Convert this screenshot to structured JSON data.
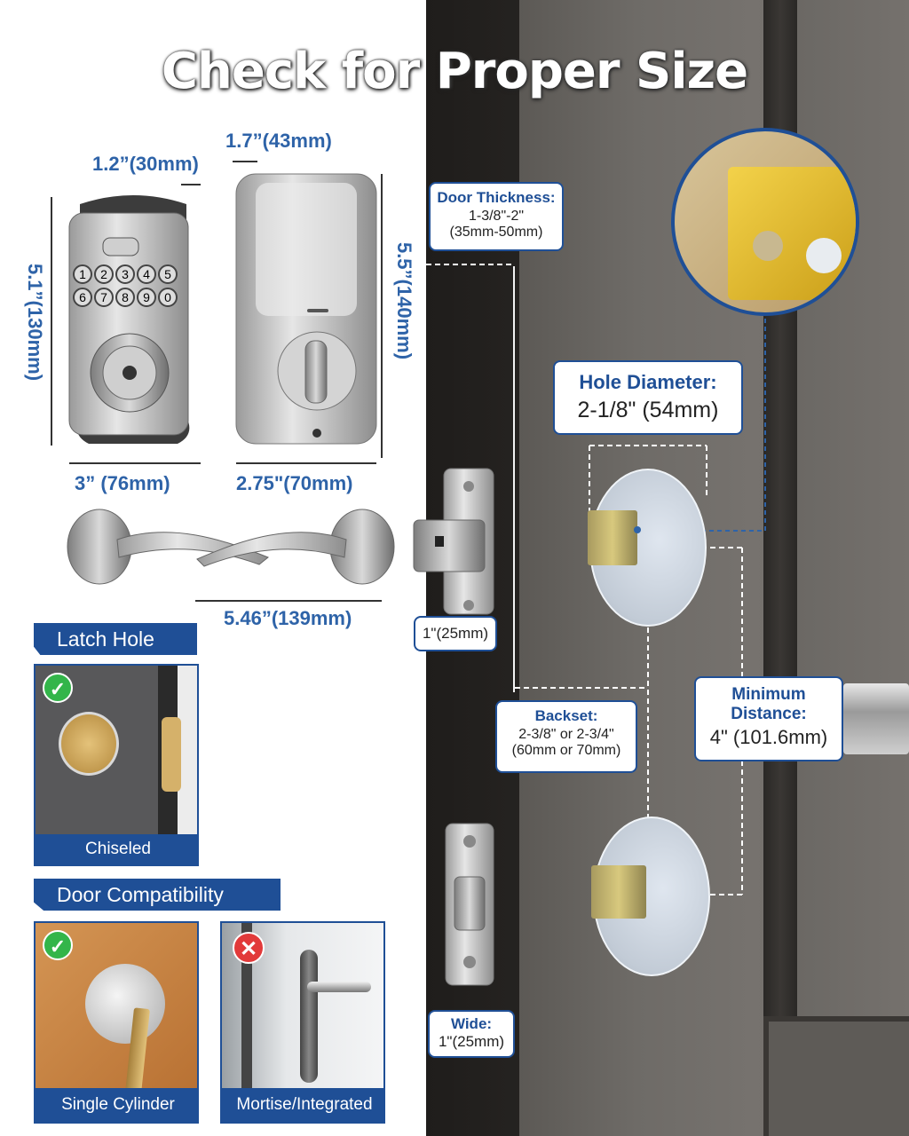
{
  "title": "Check for Proper Size",
  "dimensions": {
    "front_depth": "1.2”(30mm)",
    "back_depth": "1.7”(43mm)",
    "front_height": "5.1”(130mm)",
    "back_height": "5.5”(140mm)",
    "front_width": "3” (76mm)",
    "back_width": "2.75\"(70mm)",
    "lever_length": "5.46”(139mm)",
    "latch_plate": "1\"(25mm)"
  },
  "callouts": {
    "door_thickness": {
      "head": "Door Thickness:",
      "line1": "1-3/8\"-2\"",
      "line2": "(35mm-50mm)"
    },
    "hole_diameter": {
      "head": "Hole Diameter:",
      "value": "2-1/8\" (54mm)"
    },
    "minimum_distance": {
      "head1": "Minimum",
      "head2": "Distance:",
      "value": "4\" (101.6mm)"
    },
    "backset": {
      "head": "Backset:",
      "line1": "2-3/8\" or 2-3/4\"",
      "line2": "(60mm or 70mm)"
    },
    "wide": {
      "head": "Wide:",
      "value": "1\"(25mm)"
    }
  },
  "keypad": {
    "row1": [
      "1",
      "2",
      "3",
      "4",
      "5"
    ],
    "row2": [
      "6",
      "7",
      "8",
      "9",
      "0"
    ]
  },
  "latch_hole": {
    "header": "Latch Hole",
    "caption": "Chiseled"
  },
  "door_compatibility": {
    "header": "Door Compatibility",
    "single": "Single Cylinder",
    "mortise": "Mortise/Integrated"
  },
  "icons": {
    "ok": "check-icon",
    "no": "cross-icon"
  },
  "colors": {
    "accent": "#1f4f96",
    "dim_text": "#2e63a8",
    "ok": "#33b54a",
    "no": "#e23a3a"
  }
}
